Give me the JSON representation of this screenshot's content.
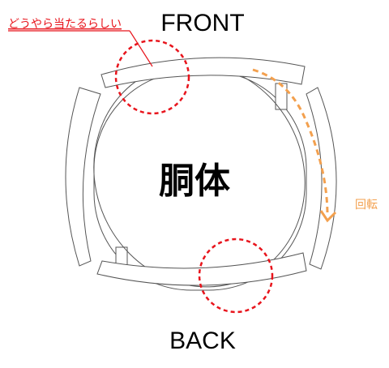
{
  "labels": {
    "front": "FRONT",
    "back": "BACK",
    "body": "胴体",
    "rotation": "回転",
    "note": "どうやら当たるらしい"
  },
  "colors": {
    "note": "#e8141c",
    "contact_circle": "#e8141c",
    "rotation_arrow": "#f3a04e",
    "outline": "#555555"
  },
  "icons": {
    "rotation_arrow": "curved-arrow-icon",
    "contact_marker": "dashed-circle-icon"
  }
}
